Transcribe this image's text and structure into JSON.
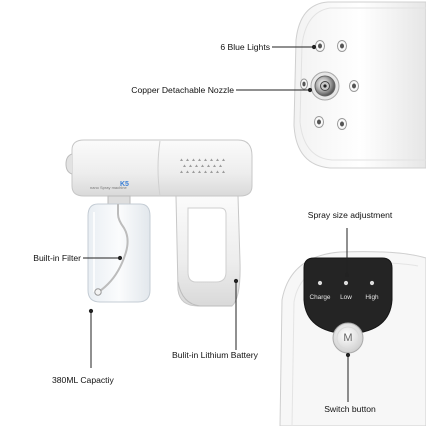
{
  "labels": {
    "blue_lights": "6 Blue Lights",
    "nozzle": "Copper Detachable Nozzle",
    "spray_size": "Spray size adjustment",
    "filter": "Built-in Filter",
    "battery": "Bulit-in Lithium Battery",
    "capacity": "380ML Capactiy",
    "switch": "Switch button"
  },
  "panel": {
    "charge": "Charge",
    "low": "Low",
    "high": "High",
    "button_letter": "M"
  },
  "device": {
    "brand_small": "nano Spray machine",
    "model": "K5"
  }
}
